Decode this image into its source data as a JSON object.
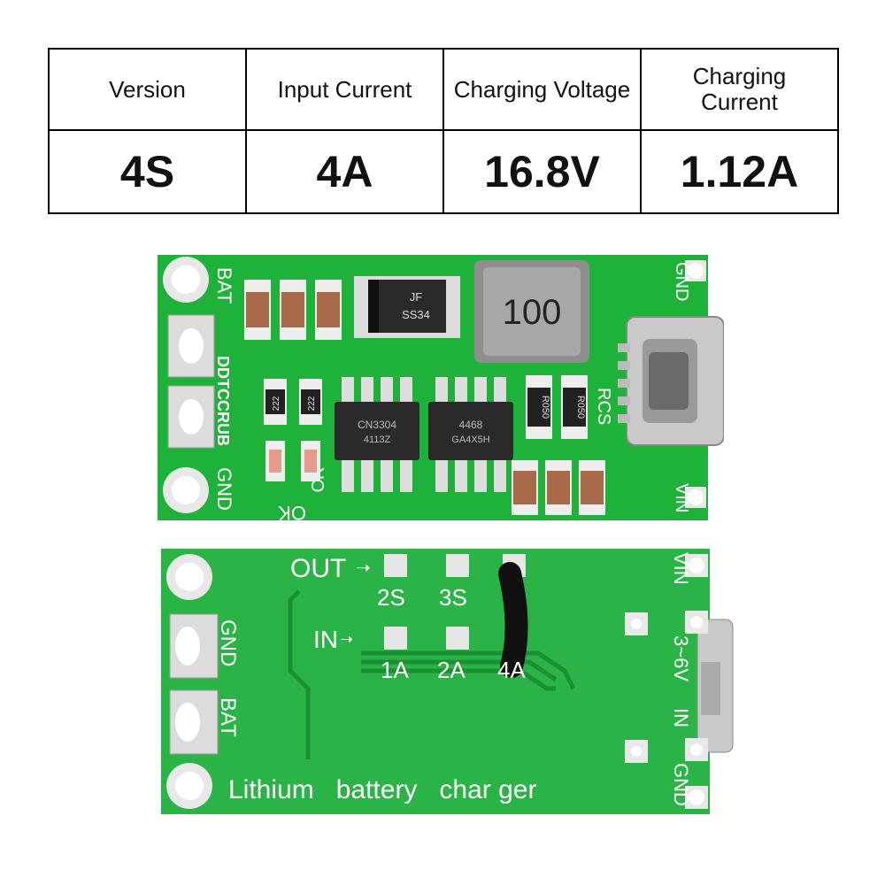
{
  "spec_table": {
    "headers": [
      "Version",
      "Input Current",
      "Charging Voltage",
      "Charging\nCurrent"
    ],
    "values": [
      "4S",
      "4A",
      "16.8V",
      "1.12A"
    ]
  },
  "board_top": {
    "label_bat": "BAT",
    "label_gnd_left": "GND",
    "label_gnd_right": "GND",
    "label_vin": "VIN",
    "label_model": "DDTCCRUB",
    "label_cr": "CR",
    "label_ok": "OK",
    "label_rcs": "RCS",
    "inductor_marking": "100",
    "diode_marking_1": "JF",
    "diode_marking_2": "SS34",
    "ic1_marking_1": "CN3304",
    "ic1_marking_2": "4113Z",
    "ic2_marking_1": "4468",
    "ic2_marking_2": "GA4X5H",
    "resistor_marking": "R050",
    "cap_marking": "222",
    "colors": {
      "pcb": "#1fb23a",
      "pad": "#e8e8e8",
      "chip": "#2a2a2a"
    }
  },
  "board_bottom": {
    "label_out": "OUT",
    "label_in": "IN",
    "label_2s": "2S",
    "label_3s": "3S",
    "label_1a": "1A",
    "label_2a": "2A",
    "label_4a": "4A",
    "label_gnd_left": "GND",
    "label_bat": "BAT",
    "label_vin": "VIN",
    "label_range": "3~6V",
    "label_in_right": "IN",
    "label_gnd_right": "GND",
    "caption": "Lithium   battery   char ger"
  }
}
